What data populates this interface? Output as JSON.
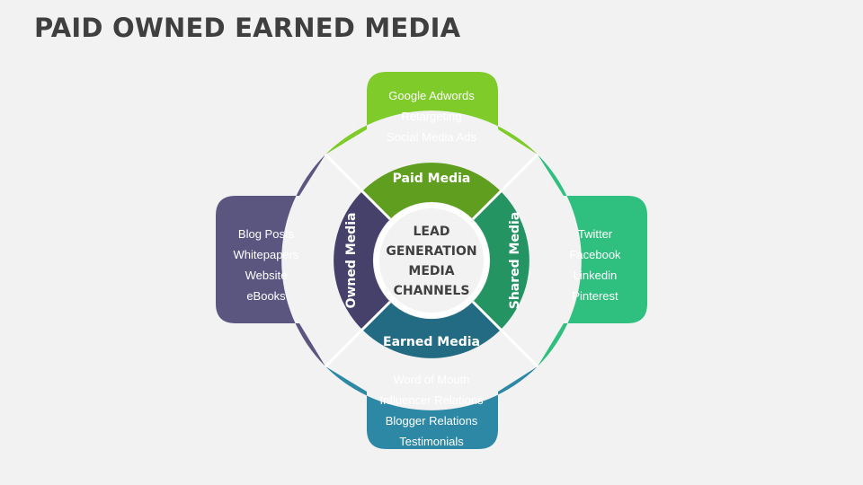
{
  "title": "PAID OWNED EARNED MEDIA",
  "center": {
    "lines": [
      "LEAD",
      "GENERATION",
      "MEDIA",
      "CHANNELS"
    ]
  },
  "sections": {
    "paid": {
      "label": "Paid Media",
      "color": "#7ecb2a",
      "band_color": "#5f9e1f",
      "items": [
        "Google Adwords",
        "Retargeting",
        "Social Media Ads"
      ]
    },
    "shared": {
      "label": "Shared Media",
      "color": "#2fbf7e",
      "band_color": "#249463",
      "items": [
        "Twitter",
        "Facebook",
        "Linkedin",
        "Pinterest"
      ]
    },
    "earned": {
      "label": "Earned Media",
      "color": "#2d88a6",
      "band_color": "#236b83",
      "items": [
        "Word of Mouth",
        "Influencer Relations",
        "Blogger Relations",
        "Testimonials"
      ]
    },
    "owned": {
      "label": "Owned Media",
      "color": "#5a5680",
      "band_color": "#45416a",
      "items": [
        "Blog Posts",
        "Whitepapers",
        "Website",
        "eBooks"
      ]
    }
  }
}
